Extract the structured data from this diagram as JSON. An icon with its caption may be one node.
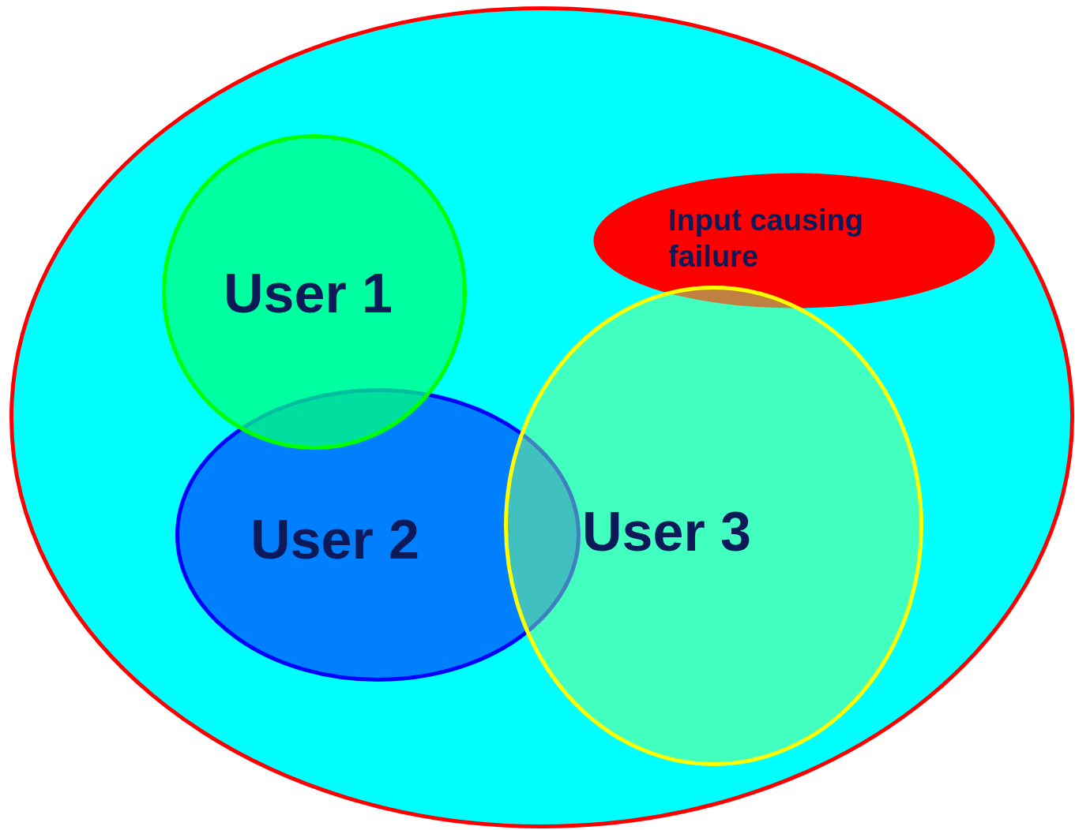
{
  "diagram": {
    "nodes": [
      {
        "text": [],
        "shape": "ellipse"
      },
      {
        "text": [
          "Input causing failure"
        ],
        "in": 0
      },
      {
        "text": [
          "User 2"
        ],
        "in": 0
      },
      {
        "text": [
          "User 1"
        ],
        "in": 0
      },
      {
        "text": [
          "User 3"
        ],
        "in": 0
      }
    ],
    "edges": []
  }
}
